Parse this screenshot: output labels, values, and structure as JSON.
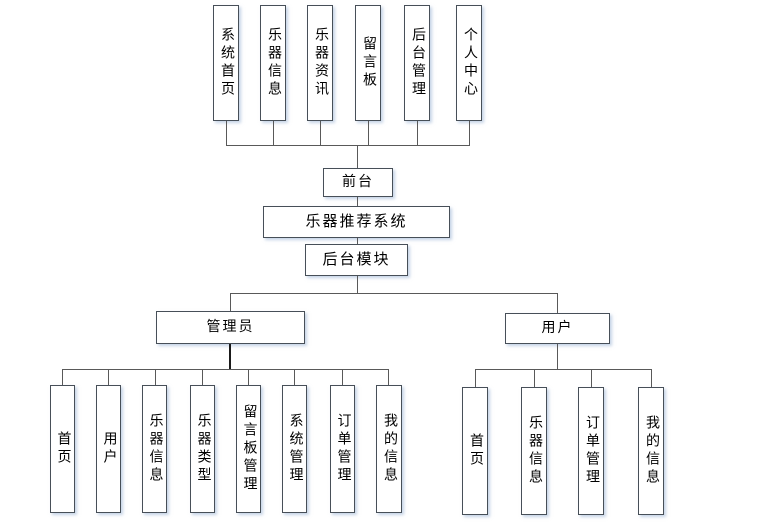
{
  "diagram": {
    "top_modules": [
      "系统首页",
      "乐器信息",
      "乐器资讯",
      "留言板",
      "后台管理",
      "个人中心"
    ],
    "front_stage": "前台",
    "system_title": "乐器推荐系统",
    "backend_module": "后台模块",
    "admin": {
      "label": "管理员",
      "children": [
        "首页",
        "用户",
        "乐器信息",
        "乐器类型",
        "留言板管理",
        "系统管理",
        "订单管理",
        "我的信息"
      ]
    },
    "user": {
      "label": "用户",
      "children": [
        "首页",
        "乐器信息",
        "订单管理",
        "我的信息"
      ]
    },
    "colors": {
      "box_border": "#474f58",
      "connector": "#595959",
      "background": "#ffffff",
      "text": "#000000"
    }
  }
}
